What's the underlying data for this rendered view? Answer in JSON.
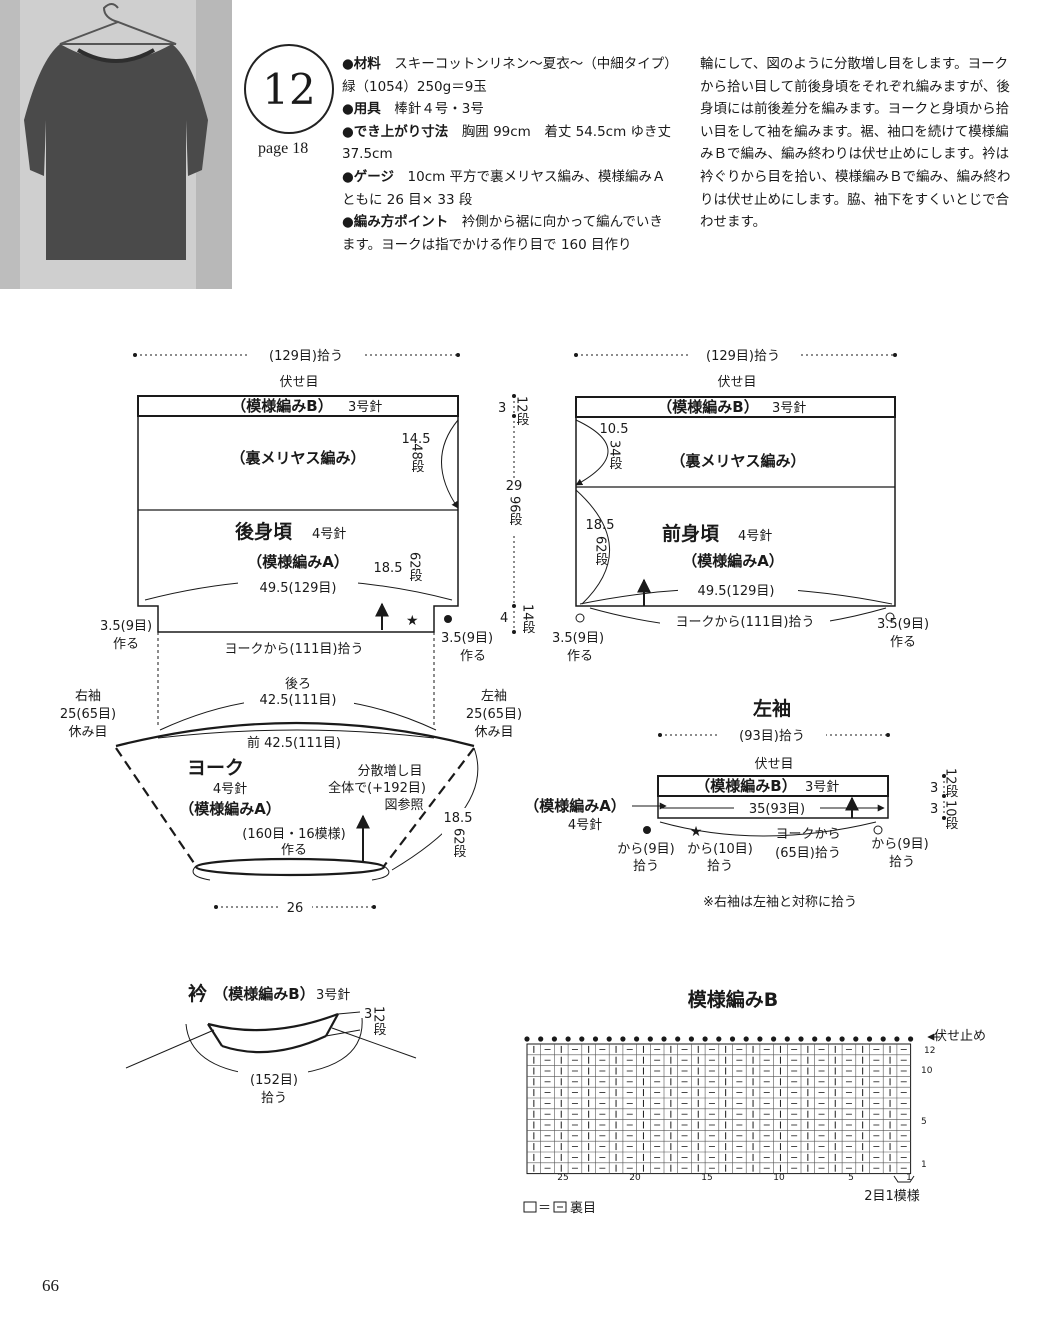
{
  "header": {
    "pattern_number": "12",
    "page_ref": "page 18",
    "materials_label": "●材料",
    "materials_text": "スキーコットンリネン〜夏衣〜（中細タイプ）緑（1054）250g＝9玉",
    "tools_label": "●用具",
    "tools_text": "棒針４号・3号",
    "size_label": "●でき上がり寸法",
    "size_text": "胸囲 99cm　着丈 54.5cm ゆき丈 37.5cm",
    "gauge_label": "●ゲージ",
    "gauge_text": "10cm 平方で裏メリヤス編み、模様編みＡともに 26 目× 33 段",
    "points_label": "●編み方ポイント",
    "points_text": "衿側から裾に向かって編んでいきます。ヨークは指でかける作り目で 160 目作り輪にして、図のように分散増し目をします。ヨークから拾い目して前後身頃をそれぞれ編みますが、後身頃には前後差分を編みます。ヨークと身頃から拾い目をして袖を編みます。裾、袖口を続けて模様編みＢで編み、編み終わりは伏せ止めにします。衿は衿ぐりから目を拾い、模様編みＢで編み、編み終わりは伏せ止めにします。脇、袖下をすくいとじで合わせます。",
    "points_col1": "衿側から裾に向かって編んでいきます。ヨークは指でかける作り目で 160 目作り",
    "points_col2": "輪にして、図のように分散増し目をします。ヨークから拾い目して前後身頃をそれぞれ編みますが、後身頃には前後差分を編みます。ヨークと身頃から拾い目をして袖を編みます。裾、袖口を続けて模様編みＢで編み、編み終わりは伏せ止めにします。衿は衿ぐりから目を拾い、模様編みＢで編み、編み終わりは伏せ止めにします。脇、袖下をすくいとじで合わせます。"
  },
  "back": {
    "top_pickup": "(129目)拾う",
    "bind_off": "伏せ目",
    "band": "（模様編みB）",
    "band_needle": "3号針",
    "reverse": "（裏メリヤス編み）",
    "title": "後身頃",
    "title_needle": "4号針",
    "pattern_a": "（模様編みA）",
    "width": "49.5(129目)",
    "rev_cm": "14.5",
    "rev_rows": "48段",
    "body_cm": "18.5",
    "body_rows": "62段",
    "left_cast": "3.5(9目)",
    "left_cast_make": "作る",
    "right_cast": "3.5(9目)",
    "right_cast_make": "作る",
    "yoke_pickup": "ヨークから(111目)拾う"
  },
  "side_measure": {
    "top_cm": "3",
    "top_rows": "12段",
    "mid_cm": "29",
    "mid_rows": "96段",
    "bot_cm": "4",
    "bot_rows": "14段"
  },
  "front": {
    "top_pickup": "(129目)拾う",
    "bind_off": "伏せ目",
    "band": "（模様編みB）",
    "band_needle": "3号針",
    "reverse": "（裏メリヤス編み）",
    "title": "前身頃",
    "title_needle": "4号針",
    "pattern_a": "（模様編みA）",
    "width": "49.5(129目)",
    "rev_cm": "10.5",
    "rev_rows": "34段",
    "body_cm": "18.5",
    "body_rows": "62段",
    "left_cast": "3.5(9目)",
    "left_cast_make": "作る",
    "right_cast": "3.5(9目)",
    "right_cast_make": "作る",
    "yoke_pickup": "ヨークから(111目)拾う"
  },
  "yoke": {
    "right_sleeve_1": "右袖",
    "right_sleeve_2": "25(65目)",
    "right_sleeve_3": "休み目",
    "left_sleeve_1": "左袖",
    "left_sleeve_2": "25(65目)",
    "left_sleeve_3": "休み目",
    "back_label": "後ろ",
    "back_measure": "42.5(111目)",
    "front_measure": "前 42.5(111目)",
    "title": "ヨーク",
    "needle": "4号針",
    "pattern_a": "（模様編みA）",
    "increase_1": "分散増し目",
    "increase_2": "全体で(+192目)",
    "increase_3": "図参照",
    "cm": "18.5",
    "rows": "62段",
    "cast_on": "(160目・16模様)",
    "make": "作る",
    "width": "26"
  },
  "sleeve": {
    "title": "左袖",
    "top_pickup": "(93目)拾う",
    "bind_off": "伏せ目",
    "band": "（模様編みB）",
    "band_needle": "3号針",
    "pattern_a": "（模様編みA）",
    "pattern_needle": "4号針",
    "width": "35(93目)",
    "top_cm": "3",
    "top_rows": "12段",
    "bot_cm": "3",
    "bot_rows": "10段",
    "pick_a_1": "から(9目)",
    "pick_a_2": "拾う",
    "pick_b_1": "から(10目)",
    "pick_b_2": "拾う",
    "pick_c_1": "ヨークから",
    "pick_c_2": "(65目)拾う",
    "pick_d_1": "から(9目)",
    "pick_d_2": "拾う",
    "note": "※右袖は左袖と対称に拾う"
  },
  "collar": {
    "title": "衿",
    "pattern": "（模様編みB）",
    "needle": "3号針",
    "cm": "3",
    "rows": "12段",
    "pickup": "(152目)",
    "pickup_2": "拾う"
  },
  "chart": {
    "title": "模様編みB",
    "bind_off": "伏せ止め",
    "row_labels": [
      "12",
      "10",
      "5",
      "1"
    ],
    "col_labels": [
      "25",
      "20",
      "15",
      "10",
      "5",
      "1"
    ],
    "repeat": "2目1模様",
    "legend": "＝",
    "legend_text": "裏目"
  },
  "footer": {
    "page_number": "66"
  }
}
